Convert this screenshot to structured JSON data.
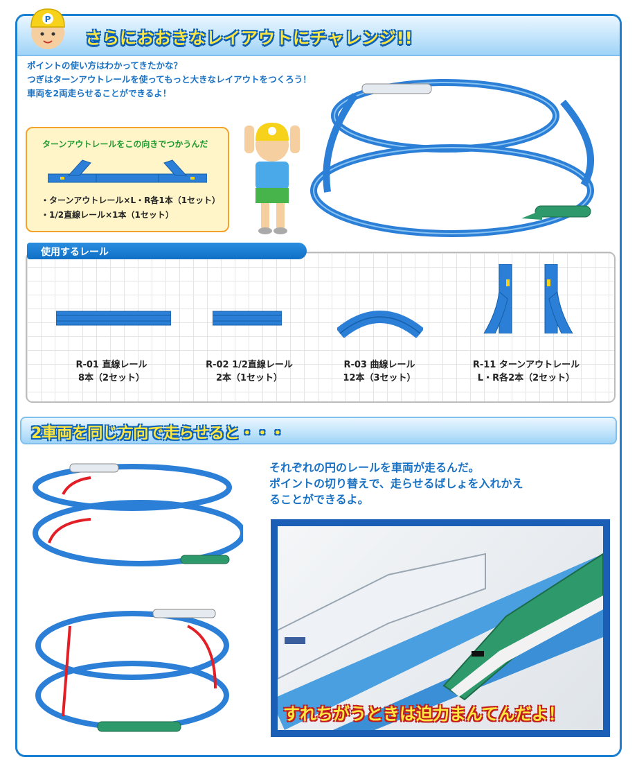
{
  "banner": {
    "title": "さらにおおきなレイアウトにチャレンジ!!"
  },
  "intro": {
    "lines": [
      "ポイントの使い方はわかってきたかな？",
      "つぎはターンアウトレールを使ってもっと大きなレイアウトをつくろう！",
      "車両を2両走らせることができるよ！"
    ]
  },
  "bubble": {
    "title": "ターンアウトレールをこの向きでつかうんだ",
    "items": [
      "・ターンアウトレール×L・R各1本（1セット）",
      "・1/2直線レール×1本（1セット）"
    ]
  },
  "rails": {
    "header": "使用するレール",
    "items": [
      {
        "name": "R-01 直線レール",
        "qty": "8本（2セット）"
      },
      {
        "name": "R-02 1/2直線レール",
        "qty": "2本（1セット）"
      },
      {
        "name": "R-03 曲線レール",
        "qty": "12本（3セット）"
      },
      {
        "name": "R-11 ターンアウトレール",
        "qty": "L・R各2本（2セット）"
      }
    ]
  },
  "section2": {
    "title": "2車両を同じ方向で走らせると・・・"
  },
  "description": {
    "lines": [
      "それぞれの円のレールを車両が走るんだ。",
      "ポイントの切り替えで、走らせるばしょを入れかえ",
      "ることができるよ。"
    ]
  },
  "photo": {
    "caption": "すれちがうときは迫力まんてんだよ！"
  },
  "colors": {
    "rail_blue": "#2b7fd6",
    "accent_yellow": "#ffe640",
    "title_blue": "#1a72c4",
    "train_green": "#2e9a6c"
  },
  "mascot": {
    "cap_letter": "P"
  }
}
